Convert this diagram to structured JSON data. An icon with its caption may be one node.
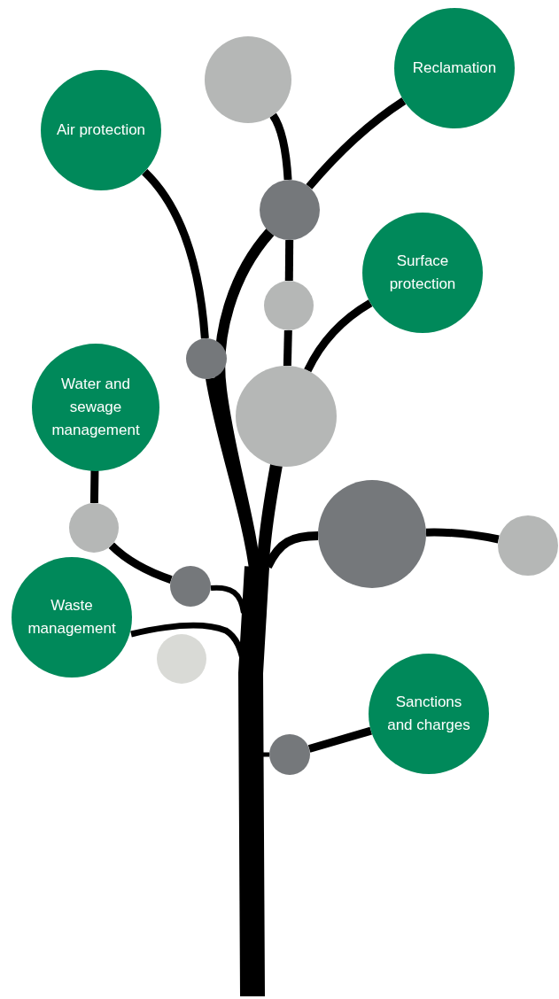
{
  "diagram": {
    "nodes": [
      {
        "text": [
          "Reclamation"
        ]
      },
      {
        "text": [],
        "shape": "circle"
      },
      {
        "text": [
          "Air protection"
        ]
      },
      {
        "text": [],
        "shape": "circle"
      },
      {
        "text": [
          "Surface protection"
        ]
      },
      {
        "text": [],
        "shape": "circle"
      },
      {
        "text": [],
        "shape": "circle"
      },
      {
        "text": [
          "Water and sewage management"
        ]
      },
      {
        "text": [],
        "shape": "circle"
      },
      {
        "text": [],
        "shape": "circle"
      },
      {
        "text": [],
        "shape": "circle"
      },
      {
        "text": [],
        "shape": "circle"
      },
      {
        "text": [],
        "shape": "circle"
      },
      {
        "text": [
          "Waste management"
        ]
      },
      {
        "text": [],
        "shape": "circle"
      },
      {
        "text": [
          "Sanctions and charges"
        ]
      },
      {
        "text": [],
        "shape": "circle"
      }
    ],
    "edges": [
      {
        "from": 0,
        "to": 3,
        "arrow": "none"
      },
      {
        "from": 1,
        "to": 3,
        "arrow": "none"
      },
      {
        "from": 3,
        "to": 5,
        "arrow": "none"
      },
      {
        "from": 5,
        "to": 8,
        "arrow": "none"
      },
      {
        "from": 2,
        "to": 6,
        "arrow": "none"
      },
      {
        "from": 4,
        "to": 8,
        "arrow": "none"
      },
      {
        "from": 7,
        "to": 10,
        "arrow": "none"
      },
      {
        "from": 10,
        "to": 12,
        "arrow": "none"
      },
      {
        "from": 9,
        "to": 11,
        "arrow": "none"
      },
      {
        "from": 15,
        "to": 16,
        "arrow": "none"
      }
    ]
  }
}
